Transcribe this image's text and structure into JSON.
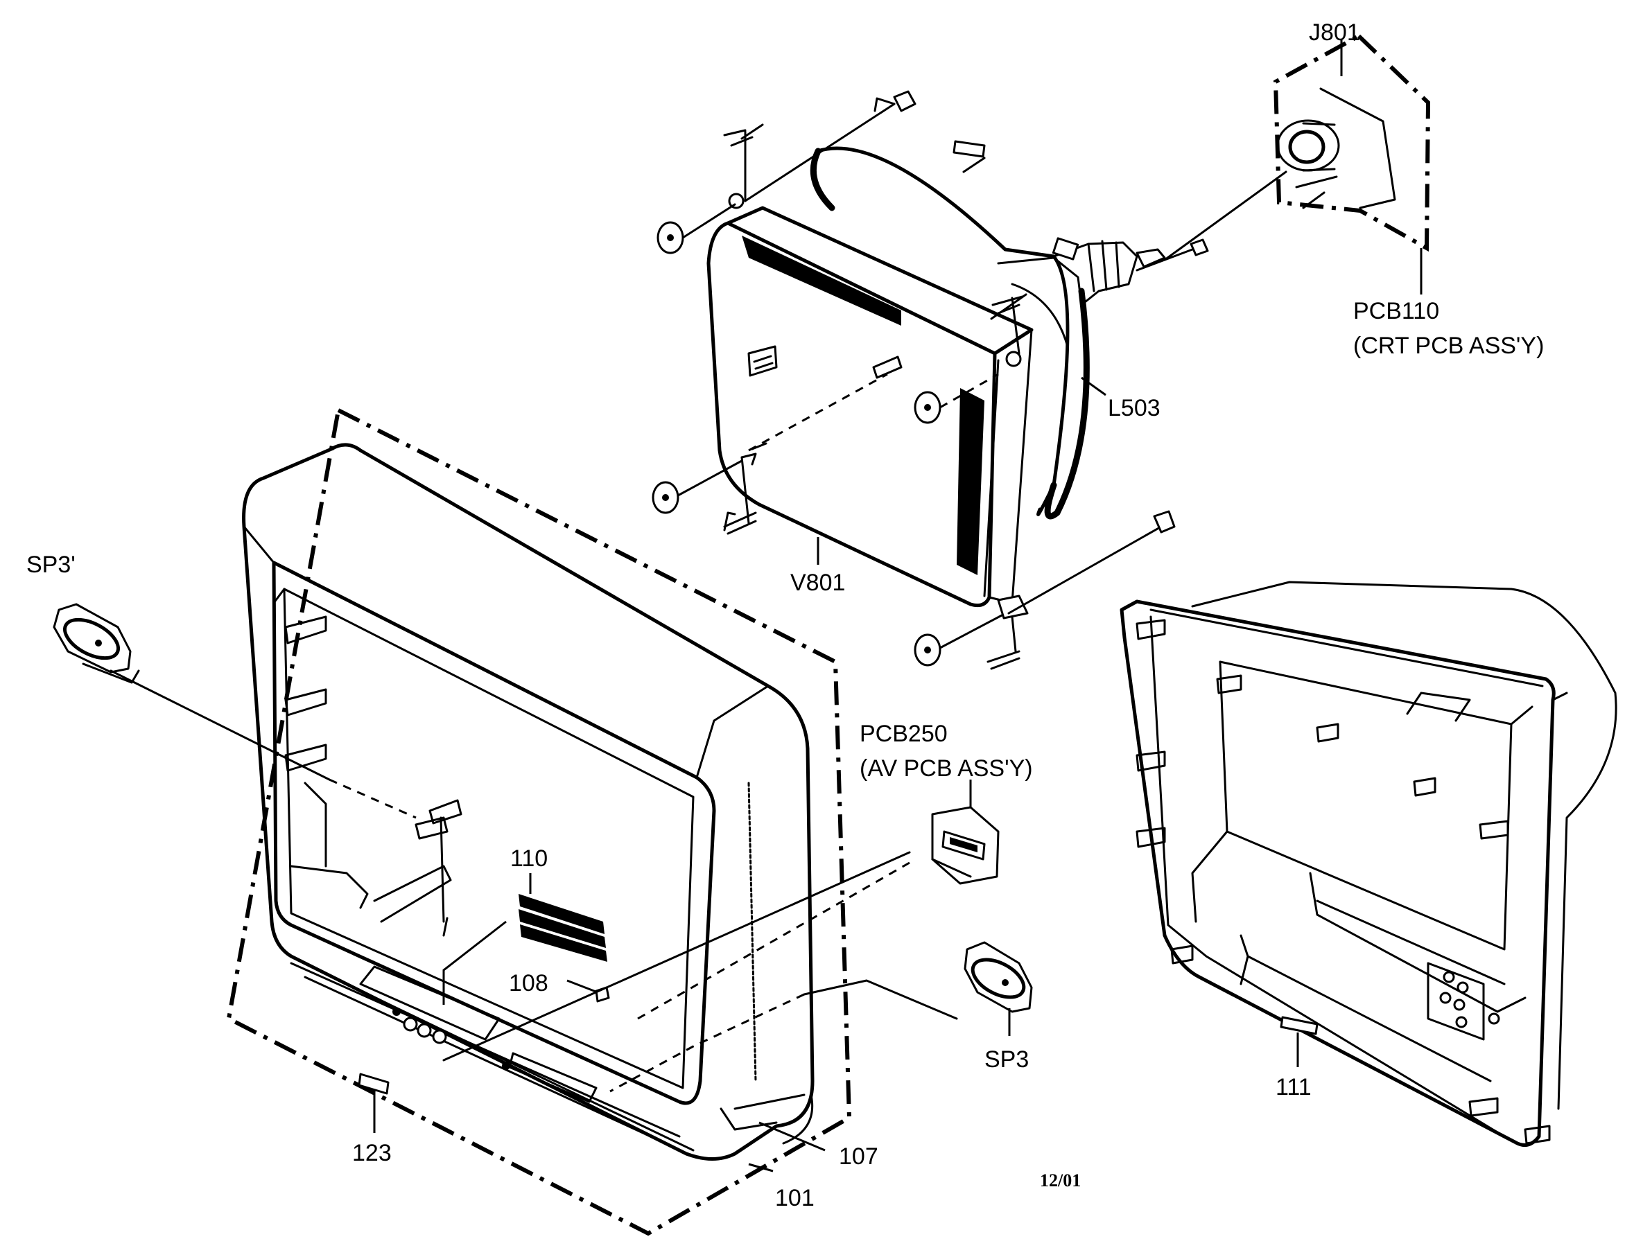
{
  "labels": {
    "j801": "J801",
    "pcb110": "PCB110",
    "pcb110_desc": "(CRT PCB ASS'Y)",
    "l503": "L503",
    "v801": "V801",
    "sp3_left": "SP3'",
    "pcb250": "PCB250",
    "pcb250_desc": "(AV PCB ASS'Y)",
    "p110": "110",
    "p108": "108",
    "sp3_right": "SP3",
    "p111": "111",
    "p123": "123",
    "p107": "107",
    "p101": "101",
    "date": "12/01"
  }
}
